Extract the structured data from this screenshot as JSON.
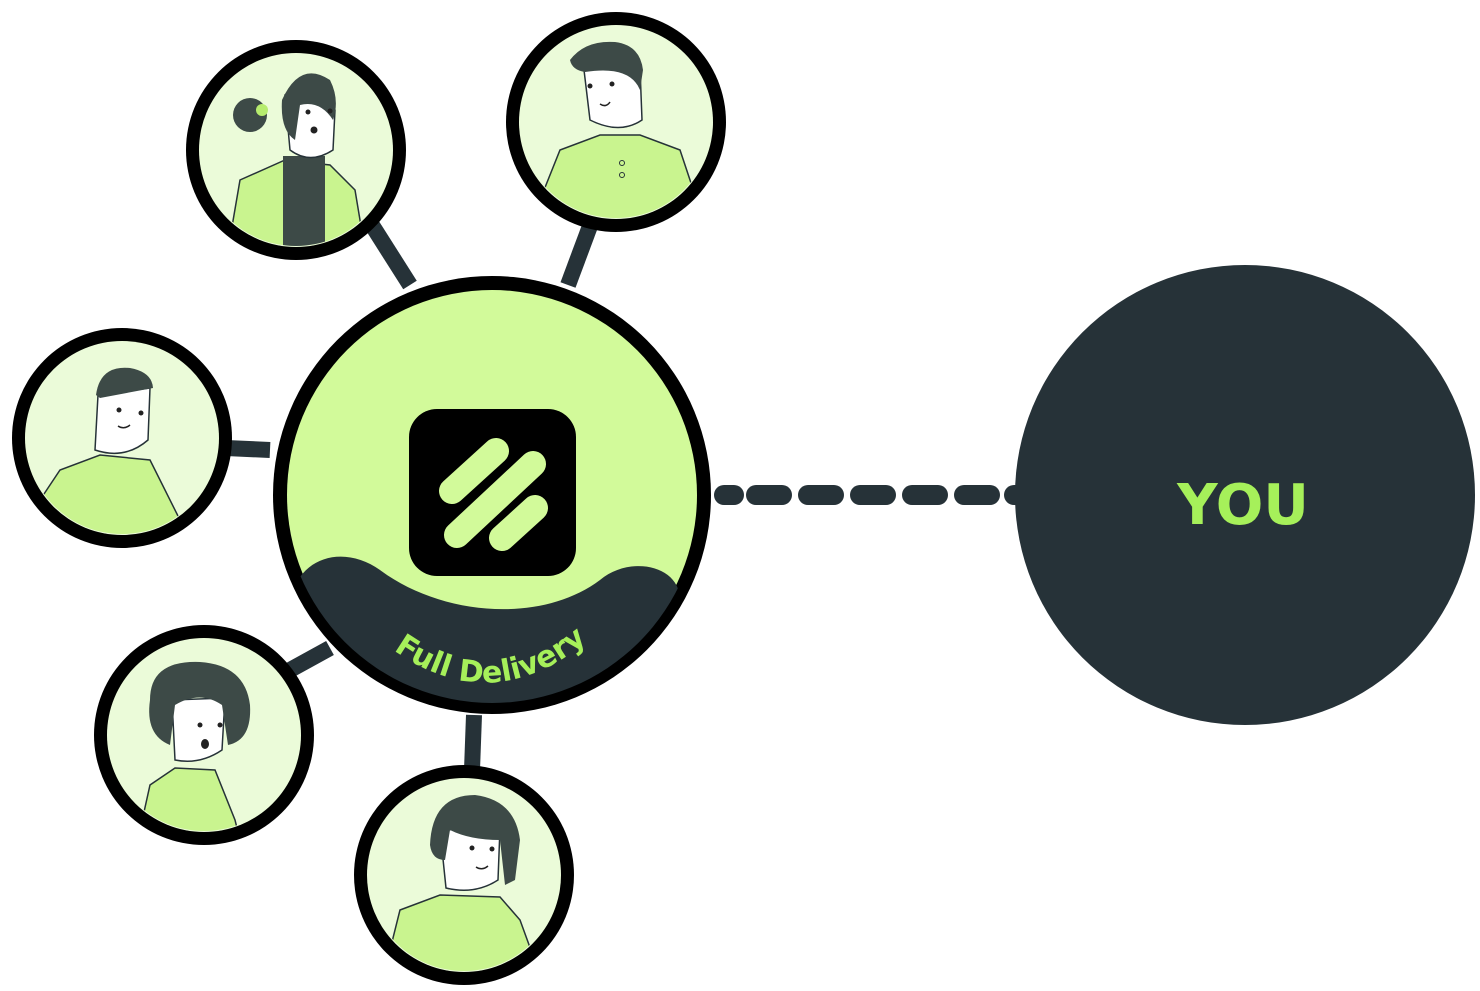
{
  "diagram": {
    "hub": {
      "label": "Full Delivery",
      "logo_icon": "slash-logo-icon"
    },
    "target": {
      "label": "YOU"
    },
    "team_members": [
      {
        "name": "avatar-woman-bun"
      },
      {
        "name": "avatar-man-polo"
      },
      {
        "name": "avatar-man-short-hair"
      },
      {
        "name": "avatar-person-curly-hair"
      },
      {
        "name": "avatar-person-bob-hair"
      }
    ]
  },
  "colors": {
    "accent_green": "#a6f05a",
    "light_green": "#d2fa9a",
    "pale_green": "#ebfbd9",
    "dark_slate": "#263238",
    "black": "#000000"
  }
}
